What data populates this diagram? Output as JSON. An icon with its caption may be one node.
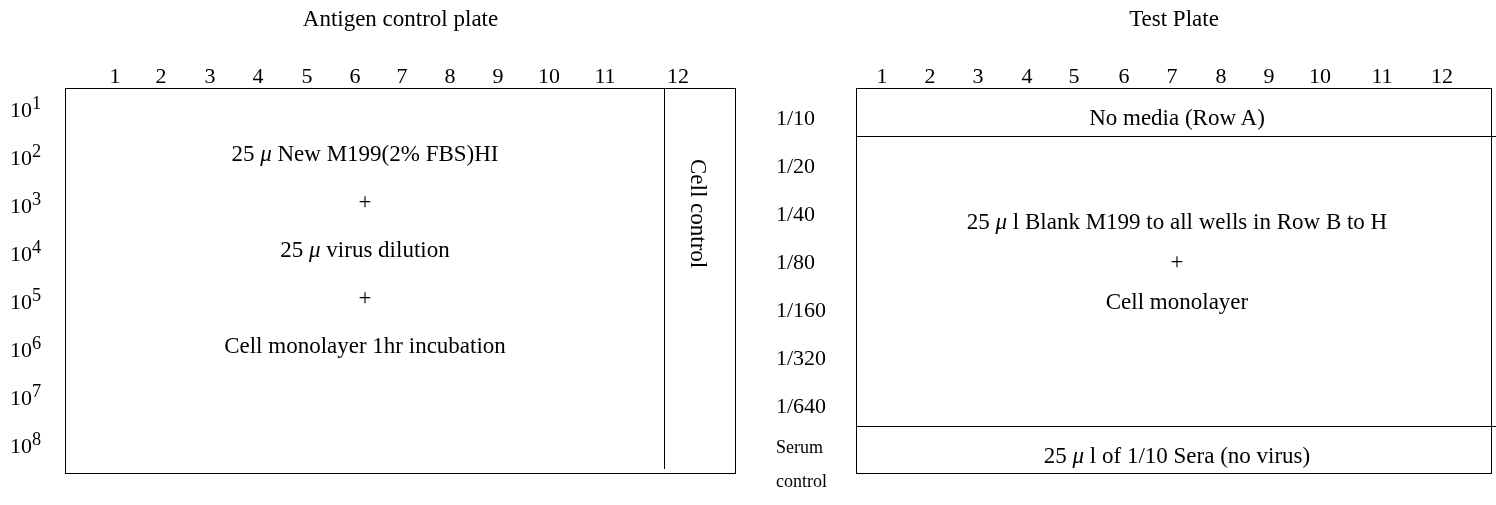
{
  "diagram": {
    "nodes": [
      {
        "text": [
          "Antigen control plate"
        ]
      },
      {
        "text": [
          "25 *μ* New M199(2% FBS)HI",
          "+",
          "25 *μ* virus dilution",
          "+",
          "Cell monolayer 1hr incubation"
        ],
        "in": 0
      },
      {
        "text": [
          "Cell control"
        ],
        "in": 0
      },
      {
        "text": [
          "Test Plate"
        ]
      },
      {
        "text": [
          "No media (Row A)"
        ],
        "in": 3
      },
      {
        "text": [
          "25 *μ* l Blank M199 to all wells in Row B to H",
          "+",
          "Cell monolayer"
        ],
        "in": 3
      },
      {
        "text": [
          "25 *μ* l of 1/10 Sera (no virus)"
        ],
        "in": 3
      }
    ],
    "labels": [
      "1",
      "2",
      "3",
      "4",
      "5",
      "6",
      "7",
      "8",
      "9",
      "10",
      "11",
      "12",
      "10$^{1}$",
      "10$^{2}$",
      "10$^{3}$",
      "10$^{4}$",
      "10$^{5}$",
      "10$^{6}$",
      "10$^{7}$",
      "10$^{8}$",
      "1",
      "2",
      "3",
      "4",
      "5",
      "6",
      "7",
      "8",
      "9",
      "10",
      "11",
      "12",
      "1/10",
      "1/20",
      "1/40",
      "1/80",
      "1/160",
      "1/320",
      "1/640",
      "Serum control"
    ]
  }
}
